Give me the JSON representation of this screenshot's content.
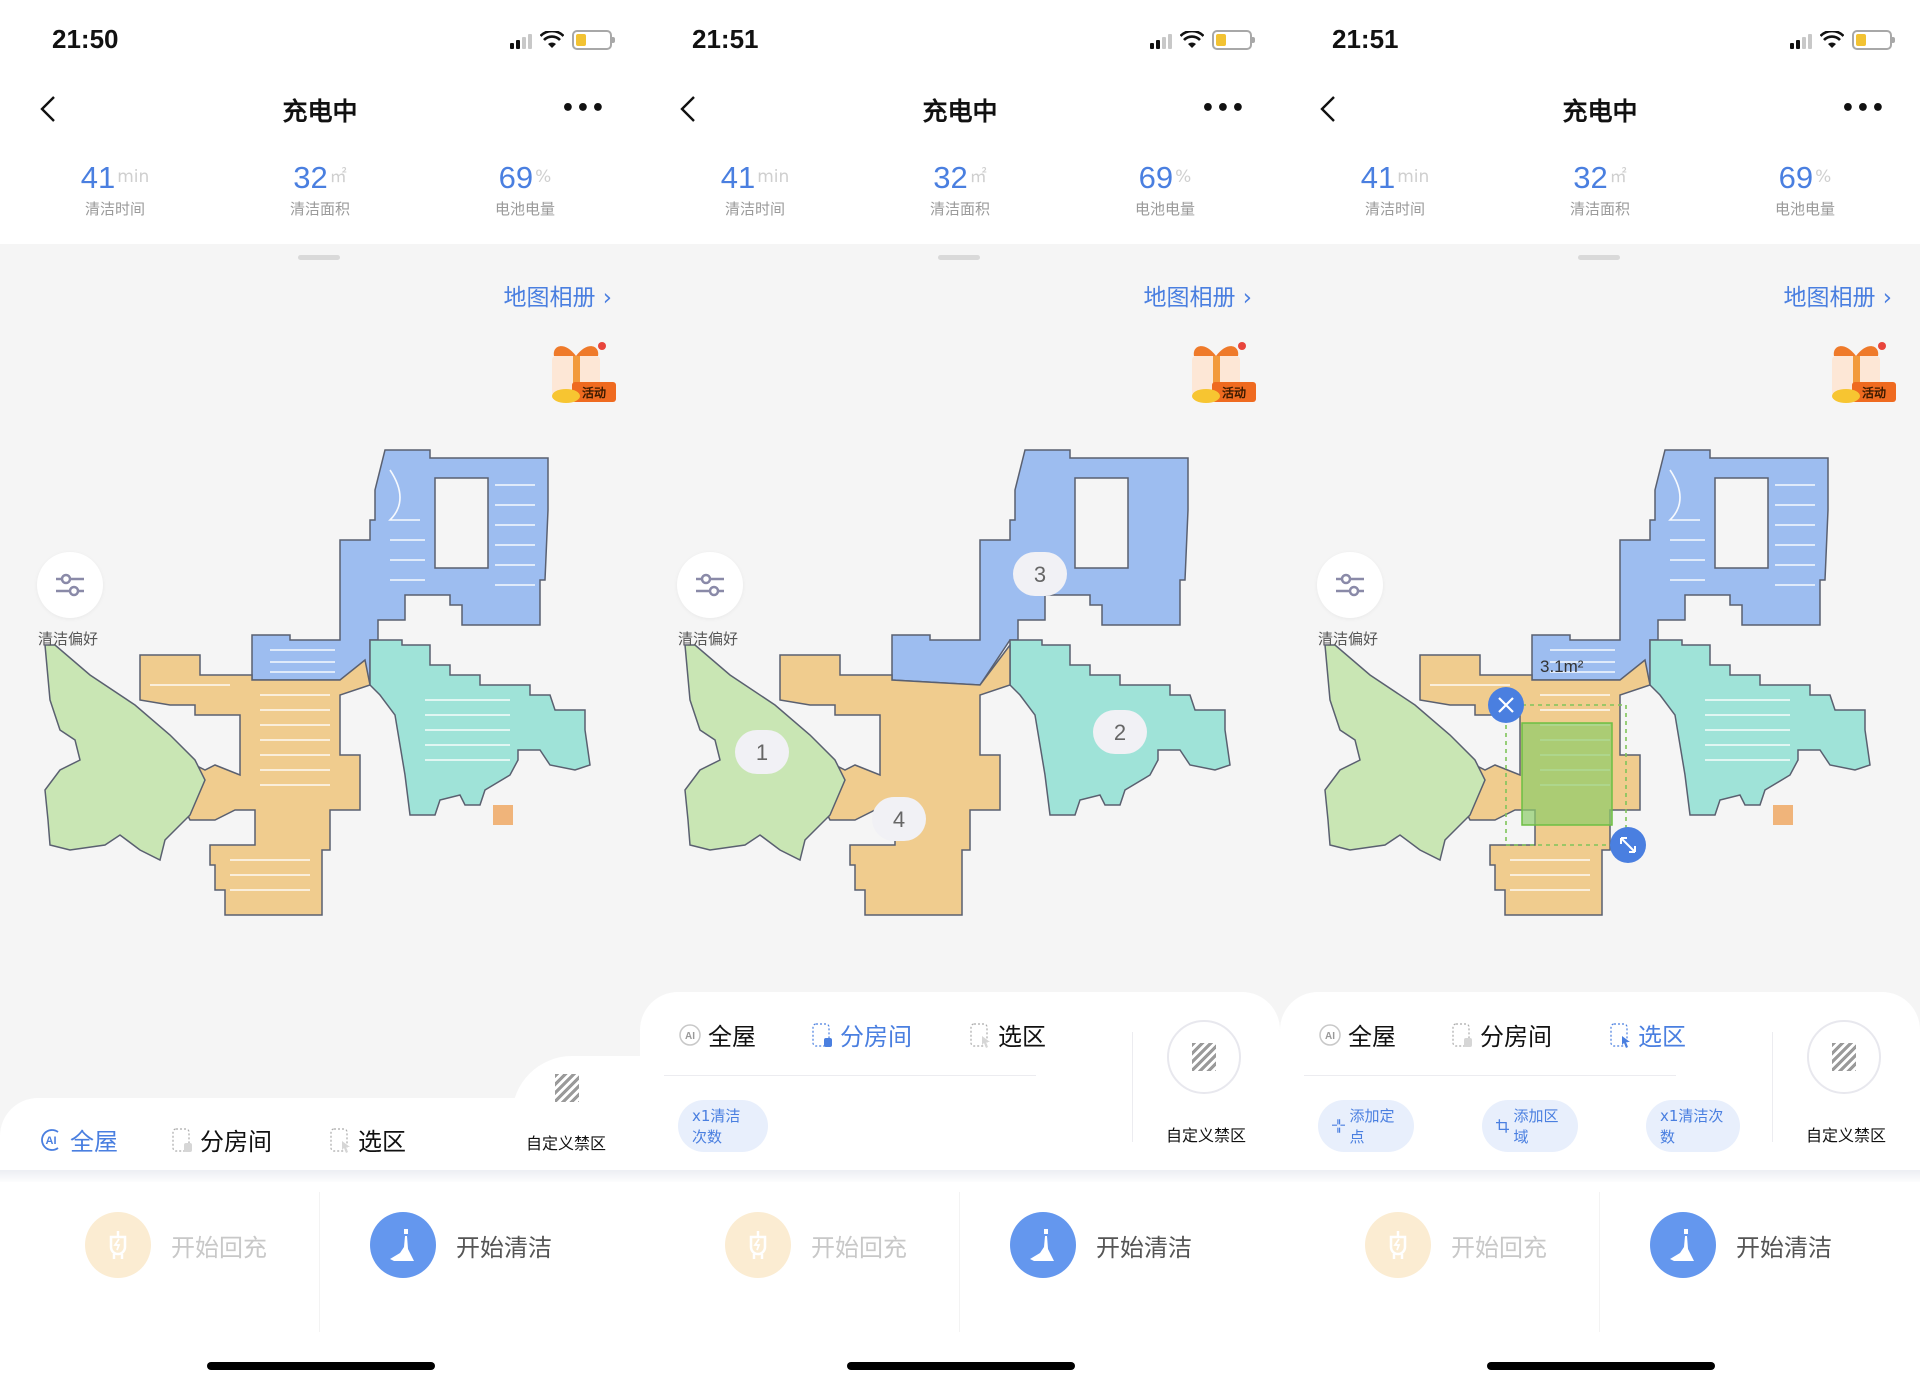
{
  "panels": [
    {
      "status": {
        "time": "21:50"
      },
      "nav": {
        "title": "充电中",
        "back": "‹",
        "more": "•••"
      },
      "stats": [
        {
          "value": "41",
          "unit": "min",
          "label": "清洁时间"
        },
        {
          "value": "32",
          "unit": "㎡",
          "label": "清洁面积"
        },
        {
          "value": "69",
          "unit": "%",
          "label": "电池电量"
        }
      ],
      "map_album": "地图相册 ›",
      "gift_badge": "活动",
      "clean_pref": "清洁偏好",
      "modes": [
        {
          "label": "全屋",
          "icon": "ai-icon",
          "active": true
        },
        {
          "label": "分房间",
          "icon": "room-icon",
          "active": false
        },
        {
          "label": "选区",
          "icon": "zone-select-icon",
          "active": false
        }
      ],
      "nogo": "自定义禁区",
      "actions": {
        "recharge": "开始回充",
        "clean": "开始清洁"
      }
    },
    {
      "status": {
        "time": "21:51"
      },
      "nav": {
        "title": "充电中",
        "back": "‹",
        "more": "•••"
      },
      "stats": [
        {
          "value": "41",
          "unit": "min",
          "label": "清洁时间"
        },
        {
          "value": "32",
          "unit": "㎡",
          "label": "清洁面积"
        },
        {
          "value": "69",
          "unit": "%",
          "label": "电池电量"
        }
      ],
      "map_album": "地图相册 ›",
      "gift_badge": "活动",
      "clean_pref": "清洁偏好",
      "room_labels": [
        "1",
        "2",
        "3",
        "4"
      ],
      "modes": [
        {
          "label": "全屋",
          "icon": "ai-icon",
          "active": false
        },
        {
          "label": "分房间",
          "icon": "room-icon",
          "active": true
        },
        {
          "label": "选区",
          "icon": "zone-select-icon",
          "active": false
        }
      ],
      "chips": [
        "x1清洁次数"
      ],
      "nogo": "自定义禁区",
      "actions": {
        "recharge": "开始回充",
        "clean": "开始清洁"
      }
    },
    {
      "status": {
        "time": "21:51"
      },
      "nav": {
        "title": "充电中",
        "back": "‹",
        "more": "•••"
      },
      "stats": [
        {
          "value": "41",
          "unit": "min",
          "label": "清洁时间"
        },
        {
          "value": "32",
          "unit": "㎡",
          "label": "清洁面积"
        },
        {
          "value": "69",
          "unit": "%",
          "label": "电池电量"
        }
      ],
      "map_album": "地图相册 ›",
      "gift_badge": "活动",
      "clean_pref": "清洁偏好",
      "zone_area": "3.1m²",
      "modes": [
        {
          "label": "全屋",
          "icon": "ai-icon",
          "active": false
        },
        {
          "label": "分房间",
          "icon": "room-icon",
          "active": false
        },
        {
          "label": "选区",
          "icon": "zone-select-icon",
          "active": true
        }
      ],
      "chips": [
        "添加定点",
        "添加区域",
        "x1清洁次数"
      ],
      "nogo": "自定义禁区",
      "actions": {
        "recharge": "开始回充",
        "clean": "开始清洁"
      }
    }
  ],
  "colors": {
    "accent": "#4a7fe0",
    "room_blue": "#9dbdf0",
    "room_teal": "#9fe3d8",
    "room_orange": "#f0cc8e",
    "room_green": "#c9e6b4",
    "wall": "#5a6070",
    "zone_green": "#8dcc6a",
    "recharge_disabled": "#fbecd2"
  }
}
